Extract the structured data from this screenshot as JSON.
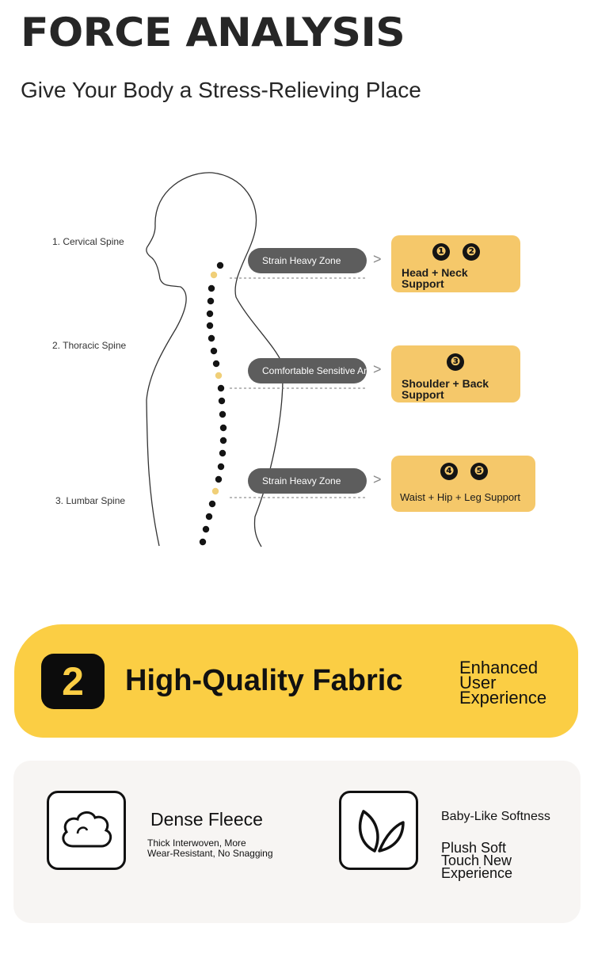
{
  "header": {
    "title": "FORCE ANALYSIS",
    "subtitle": "Give Your Body a Stress-Relieving Place"
  },
  "spine_labels": [
    "1. Cervical Spine",
    "2. Thoracic Spine",
    "3. Lumbar Spine"
  ],
  "zones": [
    {
      "pill": "Strain Heavy Zone",
      "badges": [
        "❶",
        "❷"
      ],
      "text_lines": [
        "Head + Neck",
        "Support"
      ]
    },
    {
      "pill": "Comfortable Sensitive Area",
      "badges": [
        "❸"
      ],
      "text_lines": [
        "Shoulder + Back",
        "Support"
      ]
    },
    {
      "pill": "Strain Heavy Zone",
      "badges": [
        "❹",
        "❺"
      ],
      "text_lines": [
        "Waist + Hip + Leg Support"
      ]
    }
  ],
  "banner": {
    "number": "2",
    "title": "High-Quality Fabric",
    "side_lines": [
      "Enhanced",
      "User",
      "Experience"
    ]
  },
  "features": [
    {
      "icon": "cloud-icon",
      "title": "Dense Fleece",
      "desc_lines": [
        "Thick Interwoven, More",
        "Wear-Resistant, No Snagging"
      ]
    },
    {
      "icon": "leaf-icon",
      "title": "Baby-Like Softness",
      "desc_lines": [
        "Plush Soft",
        "Touch New",
        "Experience"
      ]
    }
  ],
  "colors": {
    "card": "#f5c86a",
    "banner": "#fbce44",
    "pill": "#5d5d5d",
    "dot_dark": "#141414",
    "dot_highlight": "#f0cf78"
  }
}
